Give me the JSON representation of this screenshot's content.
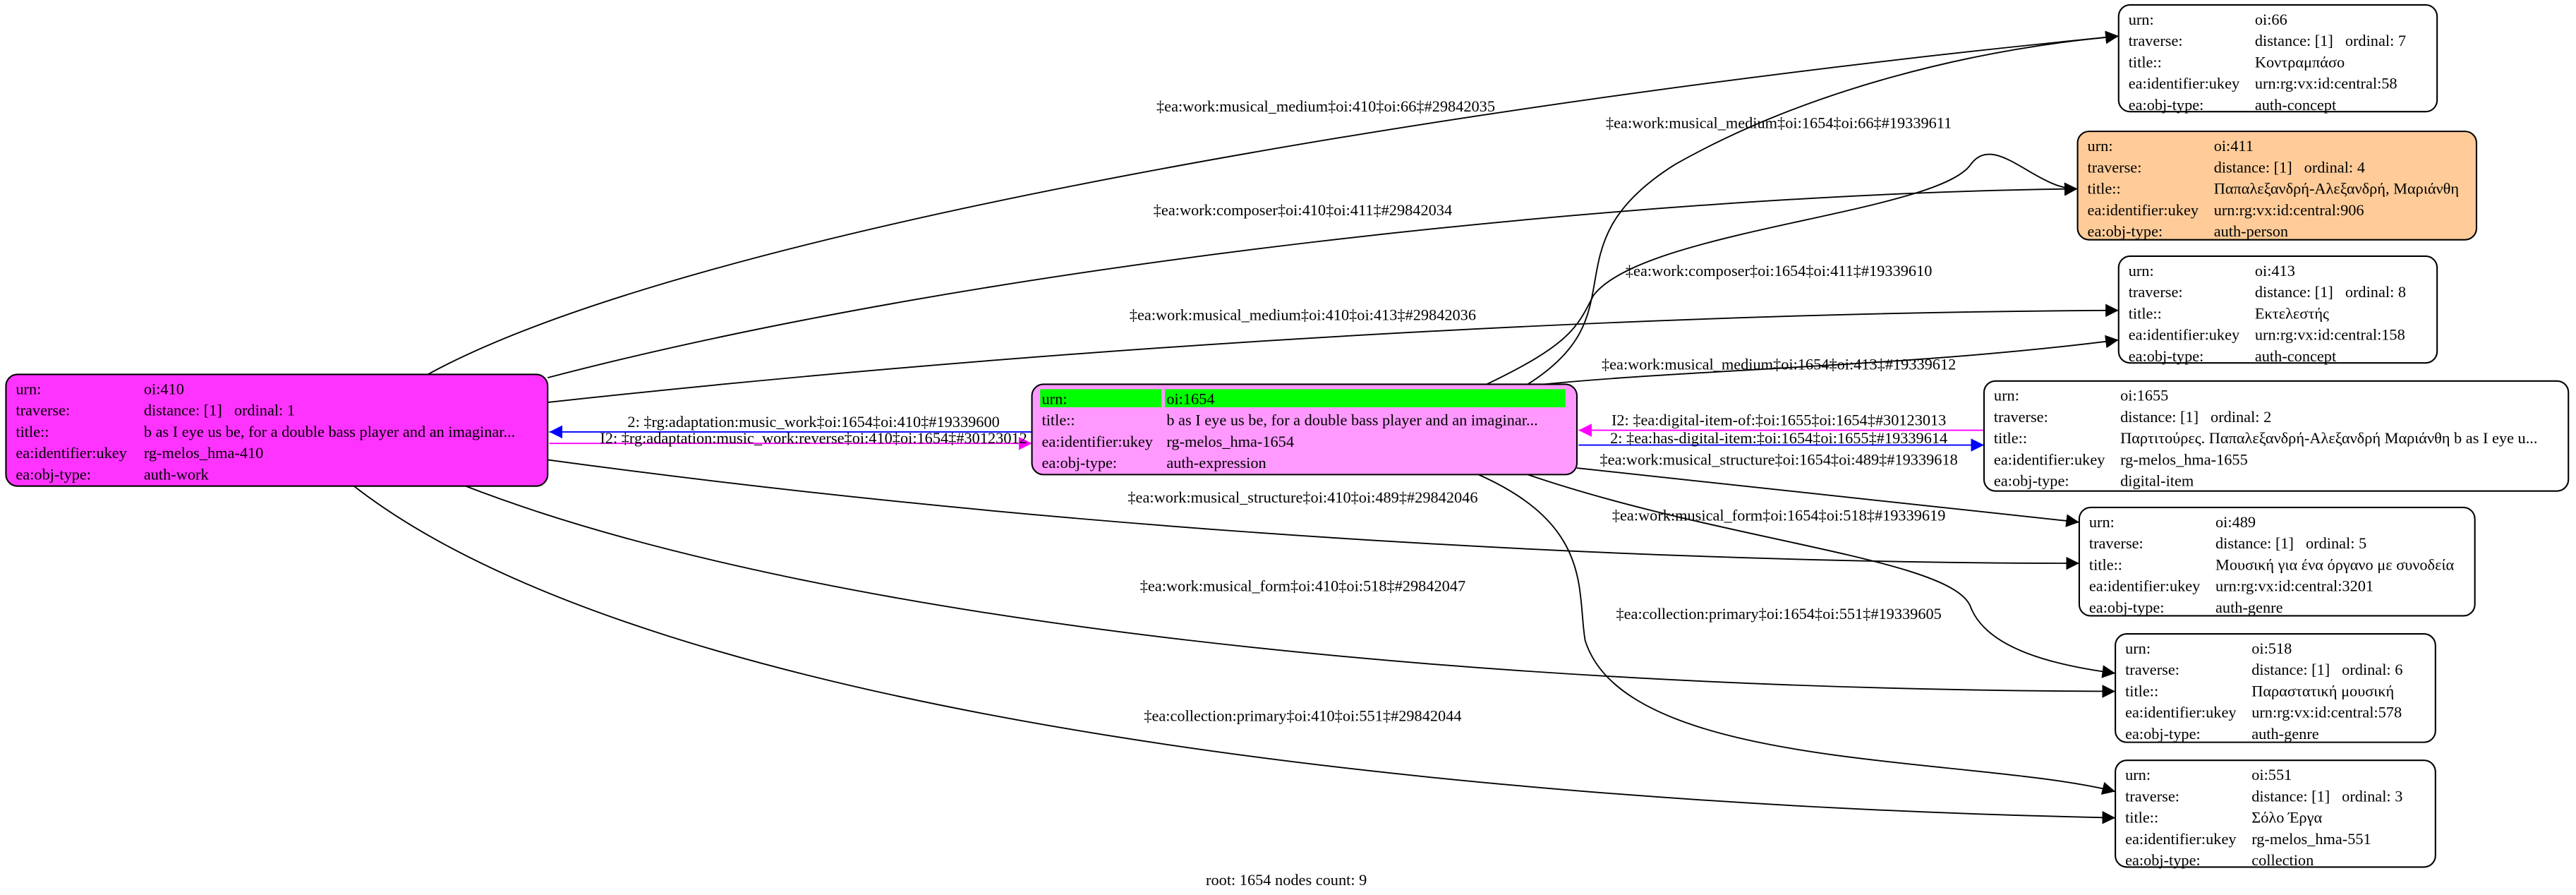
{
  "colors": {
    "work": "#ff33ff",
    "expression": "#ff99ff",
    "person": "#ffcc99",
    "default": "#ffffff",
    "root_highlight": "#00ff00",
    "forward_link": "#0000ff",
    "reverse_link": "#ff00ff",
    "edge": "#000000"
  },
  "nodes": [
    {
      "id": "410",
      "fill": "work",
      "rows": {
        "urn": [
          "urn:",
          "oi:410"
        ],
        "traverse": [
          "traverse:",
          "distance: [1]",
          "ordinal: 1"
        ],
        "title": [
          "title::",
          "b as I eye us be, for a double bass player and an imaginar..."
        ],
        "ukey": [
          "ea:identifier:ukey",
          "rg-melos_hma-410"
        ],
        "type": [
          "ea:obj-type:",
          "auth-work"
        ]
      }
    },
    {
      "id": "1654",
      "fill": "expression",
      "root": true,
      "rows": {
        "urn": [
          "urn:",
          "oi:1654"
        ],
        "title": [
          "title::",
          "b as I eye us be, for a double bass player and an imaginar..."
        ],
        "ukey": [
          "ea:identifier:ukey",
          "rg-melos_hma-1654"
        ],
        "type": [
          "ea:obj-type:",
          "auth-expression"
        ]
      }
    },
    {
      "id": "66",
      "fill": "default",
      "rows": {
        "urn": [
          "urn:",
          "oi:66"
        ],
        "traverse": [
          "traverse:",
          "distance: [1]",
          "ordinal: 7"
        ],
        "title": [
          "title::",
          "Κοντραμπάσο"
        ],
        "ukey": [
          "ea:identifier:ukey",
          "urn:rg:vx:id:central:58"
        ],
        "type": [
          "ea:obj-type:",
          "auth-concept"
        ]
      }
    },
    {
      "id": "411",
      "fill": "person",
      "rows": {
        "urn": [
          "urn:",
          "oi:411"
        ],
        "traverse": [
          "traverse:",
          "distance: [1]",
          "ordinal: 4"
        ],
        "title": [
          "title::",
          "Παπαλεξανδρή-Αλεξανδρή, Μαριάνθη"
        ],
        "ukey": [
          "ea:identifier:ukey",
          "urn:rg:vx:id:central:906"
        ],
        "type": [
          "ea:obj-type:",
          "auth-person"
        ]
      }
    },
    {
      "id": "413",
      "fill": "default",
      "rows": {
        "urn": [
          "urn:",
          "oi:413"
        ],
        "traverse": [
          "traverse:",
          "distance: [1]",
          "ordinal: 8"
        ],
        "title": [
          "title::",
          "Εκτελεστής"
        ],
        "ukey": [
          "ea:identifier:ukey",
          "urn:rg:vx:id:central:158"
        ],
        "type": [
          "ea:obj-type:",
          "auth-concept"
        ]
      }
    },
    {
      "id": "1655",
      "fill": "default",
      "rows": {
        "urn": [
          "urn:",
          "oi:1655"
        ],
        "traverse": [
          "traverse:",
          "distance: [1]",
          "ordinal: 2"
        ],
        "title": [
          "title::",
          "Παρτιτούρες.  Παπαλεξανδρή-Αλεξανδρή Μαριάνθη b as I eye u..."
        ],
        "ukey": [
          "ea:identifier:ukey",
          "rg-melos_hma-1655"
        ],
        "type": [
          "ea:obj-type:",
          "digital-item"
        ]
      }
    },
    {
      "id": "489",
      "fill": "default",
      "rows": {
        "urn": [
          "urn:",
          "oi:489"
        ],
        "traverse": [
          "traverse:",
          "distance: [1]",
          "ordinal: 5"
        ],
        "title": [
          "title::",
          "Μουσική για ένα όργανο με συνοδεία"
        ],
        "ukey": [
          "ea:identifier:ukey",
          "urn:rg:vx:id:central:3201"
        ],
        "type": [
          "ea:obj-type:",
          "auth-genre"
        ]
      }
    },
    {
      "id": "518",
      "fill": "default",
      "rows": {
        "urn": [
          "urn:",
          "oi:518"
        ],
        "traverse": [
          "traverse:",
          "distance: [1]",
          "ordinal: 6"
        ],
        "title": [
          "title::",
          "Παραστατική μουσική"
        ],
        "ukey": [
          "ea:identifier:ukey",
          "urn:rg:vx:id:central:578"
        ],
        "type": [
          "ea:obj-type:",
          "auth-genre"
        ]
      }
    },
    {
      "id": "551",
      "fill": "default",
      "rows": {
        "urn": [
          "urn:",
          "oi:551"
        ],
        "traverse": [
          "traverse:",
          "distance: [1]",
          "ordinal: 3"
        ],
        "title": [
          "title::",
          "Σόλο Έργα"
        ],
        "ukey": [
          "ea:identifier:ukey",
          "rg-melos_hma-551"
        ],
        "type": [
          "ea:obj-type:",
          "collection"
        ]
      }
    }
  ],
  "edges": [
    {
      "id": "e1",
      "from": "410",
      "to": "66",
      "color": "edge",
      "label": "‡ea:work:musical_medium‡oi:410‡oi:66‡#29842035"
    },
    {
      "id": "e2",
      "from": "410",
      "to": "411",
      "color": "edge",
      "label": "‡ea:work:composer‡oi:410‡oi:411‡#29842034"
    },
    {
      "id": "e3",
      "from": "410",
      "to": "413",
      "color": "edge",
      "label": "‡ea:work:musical_medium‡oi:410‡oi:413‡#29842036"
    },
    {
      "id": "e4",
      "from": "1654",
      "to": "410",
      "color": "forward_link",
      "label": "2: ‡rg:adaptation:music_work‡oi:1654‡oi:410‡#19339600"
    },
    {
      "id": "e5",
      "from": "410",
      "to": "1654",
      "color": "reverse_link",
      "label": "I2: ‡rg:adaptation:music_work:reverse‡oi:410‡oi:1654‡#30123012"
    },
    {
      "id": "e6",
      "from": "410",
      "to": "489",
      "color": "edge",
      "label": "‡ea:work:musical_structure‡oi:410‡oi:489‡#29842046"
    },
    {
      "id": "e7",
      "from": "410",
      "to": "518",
      "color": "edge",
      "label": "‡ea:work:musical_form‡oi:410‡oi:518‡#29842047"
    },
    {
      "id": "e8",
      "from": "410",
      "to": "551",
      "color": "edge",
      "label": "‡ea:collection:primary‡oi:410‡oi:551‡#29842044"
    },
    {
      "id": "e9",
      "from": "1654",
      "to": "66",
      "color": "edge",
      "label": "‡ea:work:musical_medium‡oi:1654‡oi:66‡#19339611"
    },
    {
      "id": "e10",
      "from": "1654",
      "to": "411",
      "color": "edge",
      "label": "‡ea:work:composer‡oi:1654‡oi:411‡#19339610"
    },
    {
      "id": "e11",
      "from": "1654",
      "to": "413",
      "color": "edge",
      "label": "‡ea:work:musical_medium‡oi:1654‡oi:413‡#19339612"
    },
    {
      "id": "e12",
      "from": "1655",
      "to": "1654",
      "color": "reverse_link",
      "label": "I2: ‡ea:digital-item-of:‡oi:1655‡oi:1654‡#30123013"
    },
    {
      "id": "e13",
      "from": "1654",
      "to": "1655",
      "color": "forward_link",
      "label": "2: ‡ea:has-digital-item:‡oi:1654‡oi:1655‡#19339614"
    },
    {
      "id": "e14",
      "from": "1654",
      "to": "489",
      "color": "edge",
      "label": "‡ea:work:musical_structure‡oi:1654‡oi:489‡#19339618"
    },
    {
      "id": "e15",
      "from": "1654",
      "to": "518",
      "color": "edge",
      "label": "‡ea:work:musical_form‡oi:1654‡oi:518‡#19339619"
    },
    {
      "id": "e16",
      "from": "1654",
      "to": "551",
      "color": "edge",
      "label": "‡ea:collection:primary‡oi:1654‡oi:551‡#19339605"
    }
  ],
  "footer": "root: 1654 nodes count: 9"
}
